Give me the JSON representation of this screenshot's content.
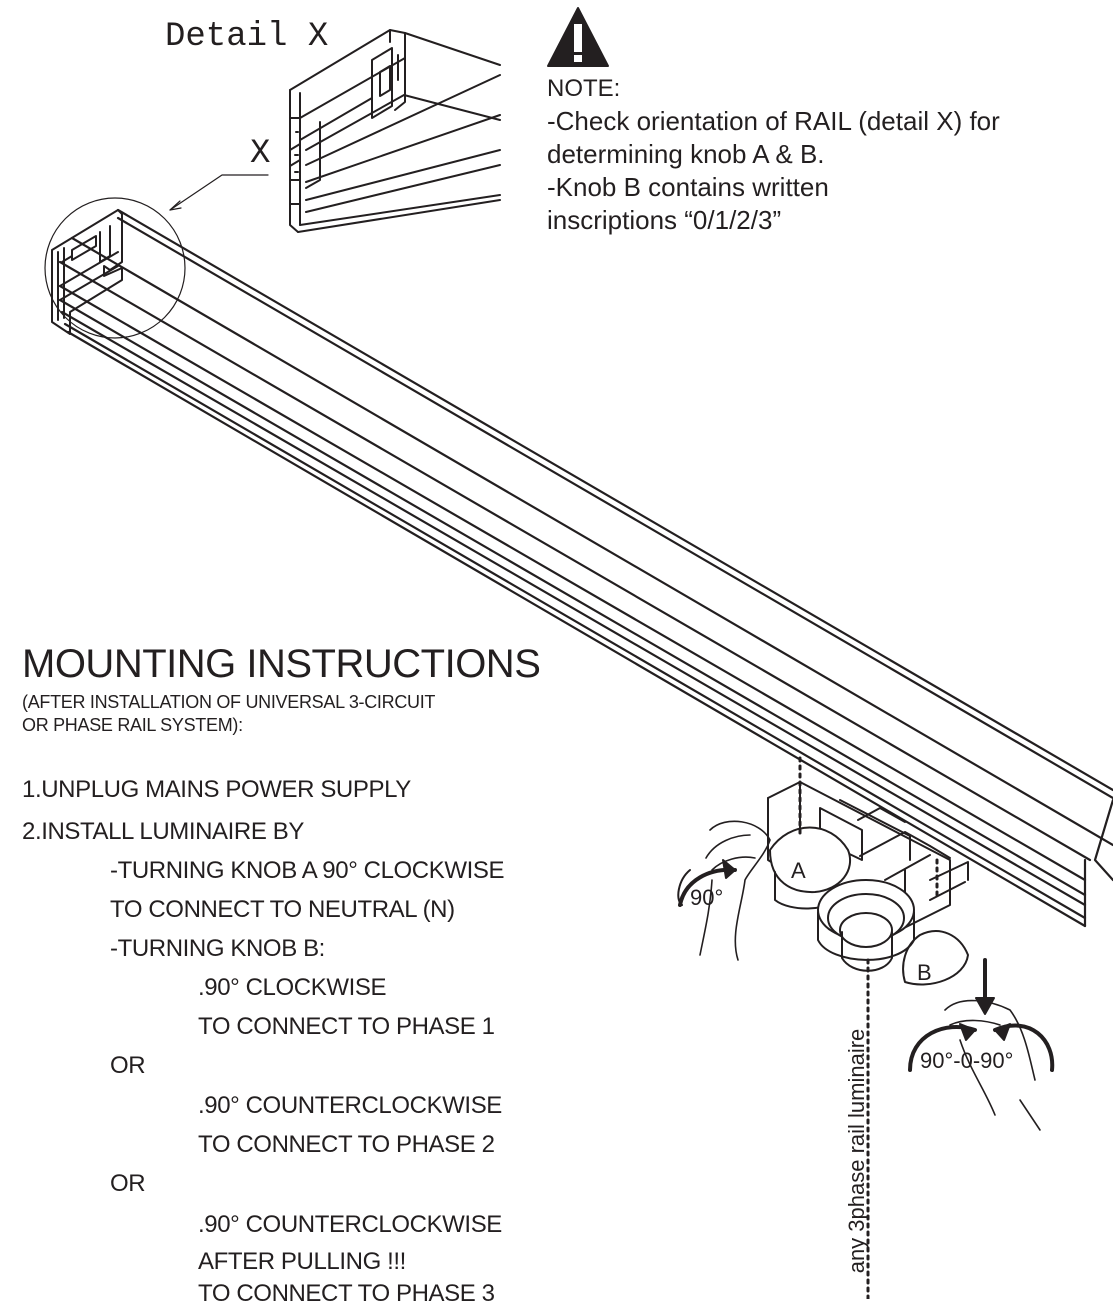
{
  "detail": {
    "title": "Detail X",
    "callout": "X"
  },
  "note": {
    "icon": "warning-icon",
    "heading": "NOTE:",
    "lines": [
      "-Check orientation of RAIL (detail X) for",
      "determining knob A & B.",
      "-Knob B contains written",
      "inscriptions “0/1/2/3”"
    ]
  },
  "instructions": {
    "title": "MOUNTING INSTRUCTIONS",
    "subtitle_lines": [
      "(AFTER INSTALLATION OF UNIVERSAL 3-CIRCUIT",
      "OR PHASE RAIL SYSTEM):"
    ],
    "steps": [
      "1.UNPLUG MAINS POWER SUPPLY",
      "2.INSTALL LUMINAIRE BY",
      "-TURNING KNOB A 90° CLOCKWISE",
      "TO CONNECT TO NEUTRAL (N)",
      "-TURNING KNOB B:",
      ".90° CLOCKWISE",
      "TO CONNECT TO PHASE 1",
      "OR",
      ".90° COUNTERCLOCKWISE",
      "TO CONNECT TO PHASE 2",
      "OR",
      ".90° COUNTERCLOCKWISE",
      "AFTER PULLING !!!",
      "TO CONNECT TO PHASE 3"
    ]
  },
  "adapter": {
    "knob_a": "A",
    "knob_b": "B",
    "angle_a": "90°",
    "angle_b": "90°-0-90°",
    "vertical_label": "any 3phase rail luminaire"
  }
}
